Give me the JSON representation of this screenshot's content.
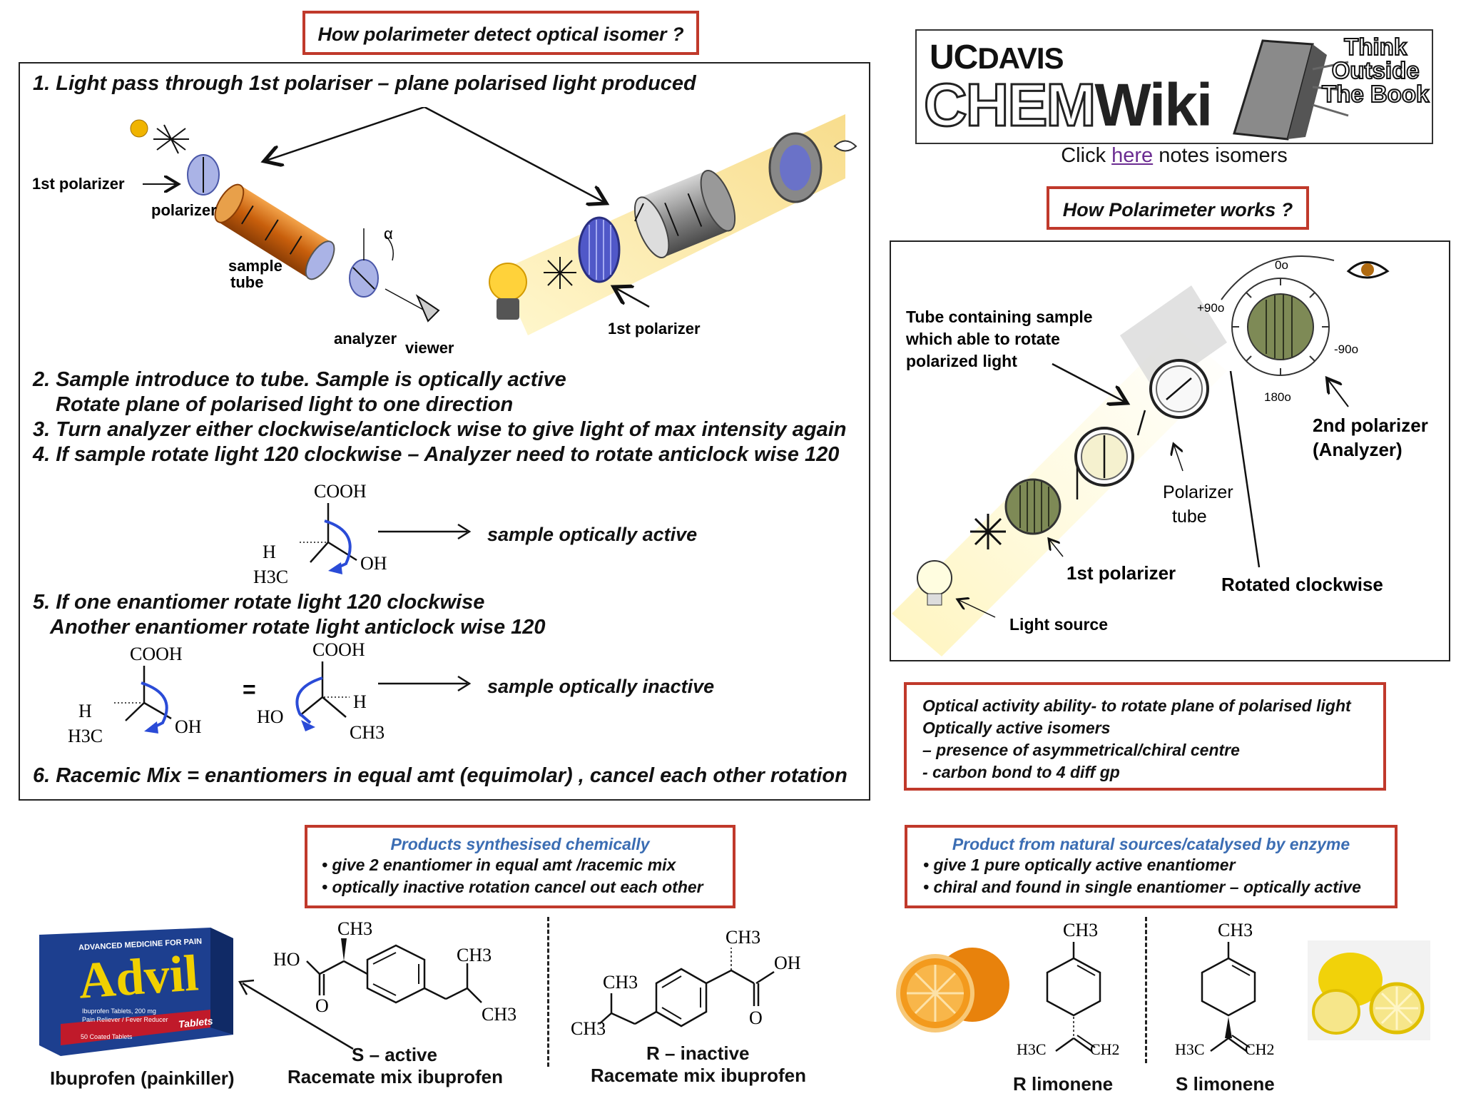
{
  "left": {
    "title": "How polarimeter detect optical isomer ?",
    "step1": "1. Light pass through 1st polariser – plane polarised light produced",
    "diagram_labels": {
      "first_polarizer_left": "1st polarizer",
      "polarizer": "polarizer",
      "sample_tube_1": "sample",
      "sample_tube_2": "tube",
      "analyzer": "analyzer",
      "viewer": "viewer",
      "alpha": "α",
      "first_polarizer_right": "1st polarizer"
    },
    "step2a": "2. Sample introduce to tube. Sample is optically active",
    "step2b": "Rotate plane of polarised light to one direction",
    "step3": "3. Turn analyzer either clockwise/anticlock wise to give light of max intensity again",
    "step4": "4. If sample rotate light 120 clockwise – Analyzer need to rotate anticlock wise 120",
    "active_label": "sample optically active",
    "step5a": "5. If one enantiomer rotate light 120 clockwise",
    "step5b": "Another enantiomer rotate light anticlock wise 120",
    "inactive_label": "sample optically inactive",
    "equals": "=",
    "step6": "6. Racemic  Mix = enantiomers in equal amt (equimolar) , cancel each other rotation",
    "mol": {
      "cooh": "COOH",
      "oh": "OH",
      "ho": "HO",
      "h": "H",
      "h3c": "H3C",
      "ch3": "CH3"
    }
  },
  "logo": {
    "uc": "UC",
    "davis": "DAVIS",
    "chem": "CHEM",
    "wiki": "Wiki",
    "think": "Think",
    "outside": "Outside",
    "the_book": "The Book",
    "click_pre": "Click ",
    "link": "here",
    "click_post": " notes isomers",
    "link_color": "#6b2c91"
  },
  "right": {
    "title": "How Polarimeter works ?",
    "tube_note_1": "Tube containing sample",
    "tube_note_2": "which able to rotate",
    "tube_note_3": "polarized light",
    "deg_0": "0o",
    "deg_p90": "+90o",
    "deg_m90": "-90o",
    "deg_180": "180o",
    "analyzer_1": "2nd polarizer",
    "analyzer_2": "(Analyzer)",
    "polarizer_tube_1": "Polarizer",
    "polarizer_tube_2": "tube",
    "first_polarizer": "1st polarizer",
    "rotated": "Rotated clockwise",
    "light_source": "Light source"
  },
  "definition": [
    "Optical activity  ability- to rotate plane of polarised light",
    "Optically active isomers",
    "– presence of asymmetrical/chiral centre",
    "- carbon bond to 4 diff gp"
  ],
  "synthetic": {
    "heading": "Products synthesised chemically",
    "bullets": [
      "• give 2 enantiomer in equal amt /racemic mix",
      "• optically inactive rotation cancel out each other"
    ],
    "advil": {
      "banner": "ADVANCED MEDICINE FOR PAIN",
      "brand": "Advil",
      "small1": "Ibuprofen Tablets, 200 mg",
      "small2": "Pain Reliever / Fever Reducer",
      "count": "50 Coated Tablets",
      "tablets": "Tablets"
    },
    "ibuprofen_label": "Ibuprofen (painkiller)",
    "s_label": "S – active",
    "s_sub": "Racemate mix ibuprofen",
    "r_label": "R – inactive",
    "r_sub": "Racemate mix ibuprofen",
    "mol": {
      "ho": "HO",
      "o": "O",
      "oh": "OH",
      "ch3": "CH3"
    }
  },
  "natural": {
    "heading": "Product from natural sources/catalysed by enzyme",
    "bullets": [
      "• give  1 pure optically active enantiomer",
      "• chiral and found in single enantiomer – optically active"
    ],
    "r_label": "R limonene",
    "s_label": "S limonene",
    "mol": {
      "ch3": "CH3",
      "h3c": "H3C",
      "ch2": "CH2"
    }
  }
}
